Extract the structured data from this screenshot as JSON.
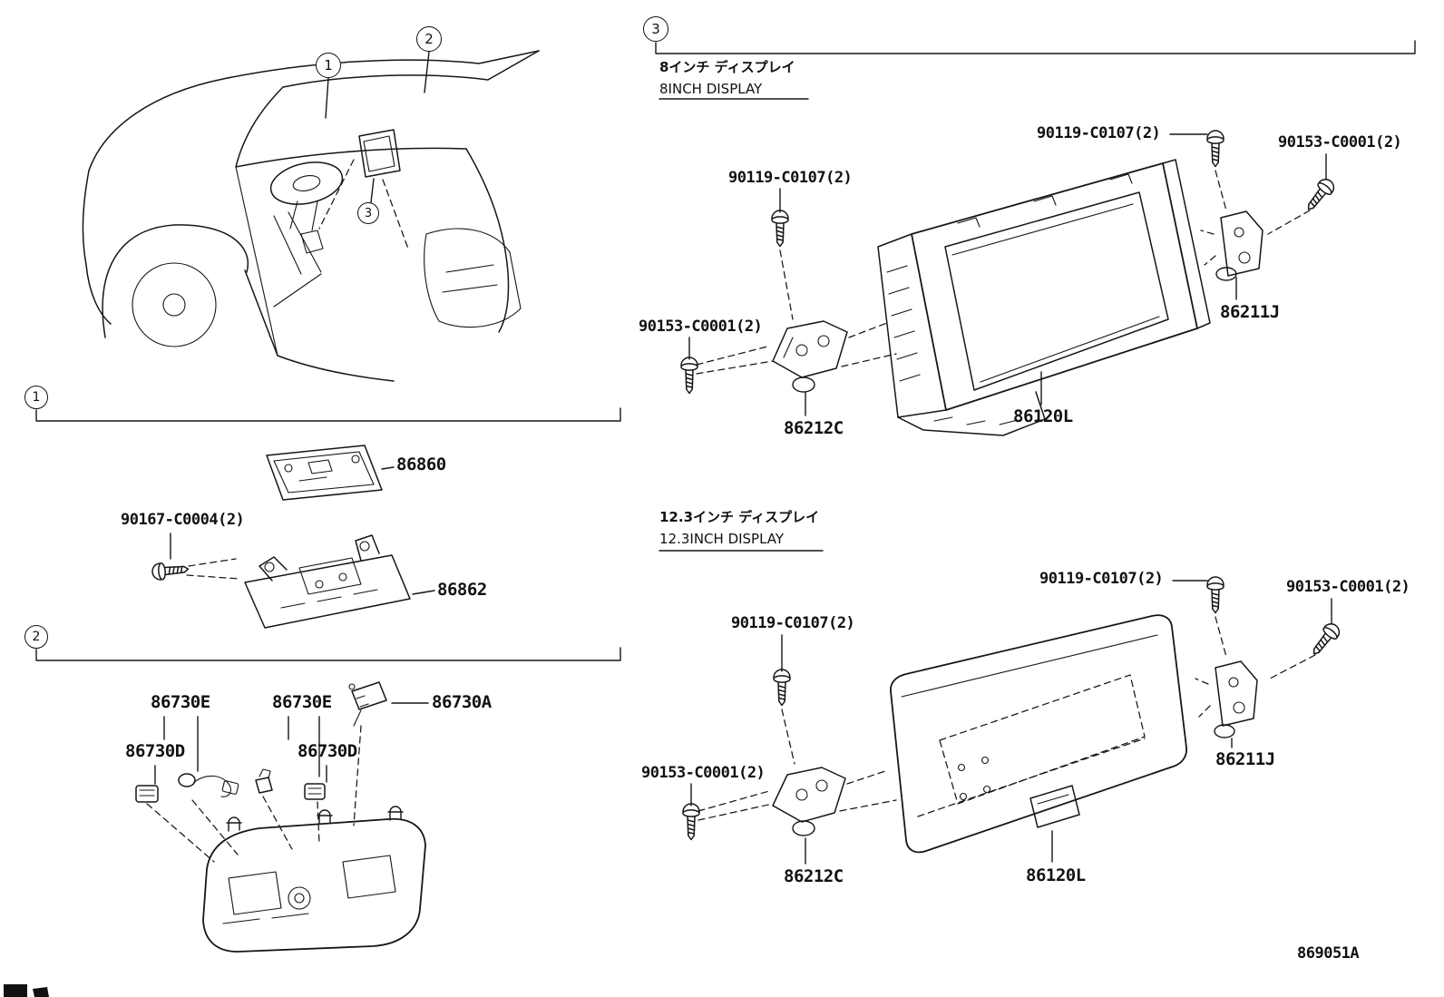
{
  "doc": {
    "number": "869051A"
  },
  "callouts": {
    "one": "1",
    "two": "2",
    "three": "3"
  },
  "titles": {
    "d8_jp": "8インチ ディスプレイ",
    "d8_en": "8INCH DISPLAY",
    "d123_jp": "12.3インチ ディスプレイ",
    "d123_en": "12.3INCH DISPLAY"
  },
  "parts": {
    "amp_assy": "86860",
    "amp_bracket": "86862",
    "screw_amp": "90167-C0004(2)",
    "mic_e": "86730E",
    "mic_a": "86730A",
    "mic_d": "86730D",
    "screw_90119": "90119-C0107(2)",
    "screw_90153": "90153-C0001(2)",
    "bracket_86211j": "86211J",
    "bracket_86212c": "86212C",
    "display_unit": "86120L"
  }
}
